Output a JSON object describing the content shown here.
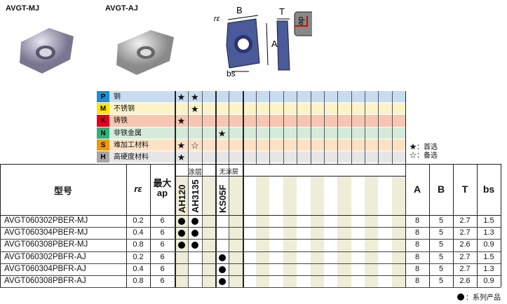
{
  "products": [
    {
      "label": "AVGT-MJ"
    },
    {
      "label": "AVGT-AJ"
    }
  ],
  "diagram": {
    "labels": {
      "re": "rε",
      "B": "B",
      "T": "T",
      "A": "A",
      "ap": "ap",
      "bs": "bs"
    }
  },
  "materials": [
    {
      "code": "P",
      "name": "钢",
      "badge": "#1a8fd6",
      "badge_text": "#000",
      "bg": "#c8dcf0",
      "marks": [
        "★",
        "★",
        "",
        "",
        "",
        ""
      ]
    },
    {
      "code": "M",
      "name": "不锈钢",
      "badge": "#ffe600",
      "badge_text": "#000",
      "bg": "#fdf3c6",
      "marks": [
        "",
        "★",
        "",
        "",
        "",
        ""
      ]
    },
    {
      "code": "K",
      "name": "铸铁",
      "badge": "#e2001a",
      "badge_text": "#000",
      "bg": "#f6c6b2",
      "marks": [
        "★",
        "",
        "",
        "",
        "",
        ""
      ]
    },
    {
      "code": "N",
      "name": "非铁金属",
      "badge": "#2fb27b",
      "badge_text": "#000",
      "bg": "#d4ebdb",
      "marks": [
        "",
        "",
        "",
        "★",
        "",
        ""
      ]
    },
    {
      "code": "S",
      "name": "难加工材料",
      "badge": "#f39800",
      "badge_text": "#000",
      "bg": "#fde1c4",
      "marks": [
        "★",
        "☆",
        "",
        "",
        "",
        ""
      ]
    },
    {
      "code": "H",
      "name": "高硬度材料",
      "badge": "#a6a6a6",
      "badge_text": "#000",
      "bg": "#e6e6e6",
      "marks": [
        "★",
        "",
        "",
        "",
        "",
        ""
      ]
    }
  ],
  "legend": {
    "preferred": "★：首选",
    "alternative": "☆：备选",
    "series": "：系列产品"
  },
  "table": {
    "headers": {
      "model": "型号",
      "re": "rε",
      "ap_line1": "最大",
      "ap_line2": "ap",
      "coated": "涂层",
      "uncoated": "无涂层",
      "A": "A",
      "B": "B",
      "T": "T",
      "bs": "bs"
    },
    "grades": [
      "AH120",
      "AH3135",
      "",
      "KS05F",
      ""
    ],
    "rows": [
      {
        "model": "AVGT060302PBER-MJ",
        "re": "0.2",
        "ap": "6",
        "avail": [
          true,
          true,
          false,
          false,
          false
        ],
        "A": "8",
        "B": "5",
        "T": "2.7",
        "bs": "1.5"
      },
      {
        "model": "AVGT060304PBER-MJ",
        "re": "0.4",
        "ap": "6",
        "avail": [
          true,
          true,
          false,
          false,
          false
        ],
        "A": "8",
        "B": "5",
        "T": "2.7",
        "bs": "1.3"
      },
      {
        "model": "AVGT060308PBER-MJ",
        "re": "0.8",
        "ap": "6",
        "avail": [
          true,
          true,
          false,
          false,
          false
        ],
        "A": "8",
        "B": "5",
        "T": "2.6",
        "bs": "0.9"
      },
      {
        "model": "AVGT060302PBFR-AJ",
        "re": "0.2",
        "ap": "6",
        "avail": [
          false,
          false,
          false,
          true,
          false
        ],
        "A": "8",
        "B": "5",
        "T": "2.7",
        "bs": "1.5"
      },
      {
        "model": "AVGT060304PBFR-AJ",
        "re": "0.4",
        "ap": "6",
        "avail": [
          false,
          false,
          false,
          true,
          false
        ],
        "A": "8",
        "B": "5",
        "T": "2.7",
        "bs": "1.3"
      },
      {
        "model": "AVGT060308PBFR-AJ",
        "re": "0.8",
        "ap": "6",
        "avail": [
          false,
          false,
          false,
          true,
          false
        ],
        "A": "8",
        "B": "5",
        "T": "2.6",
        "bs": "0.9"
      }
    ]
  }
}
